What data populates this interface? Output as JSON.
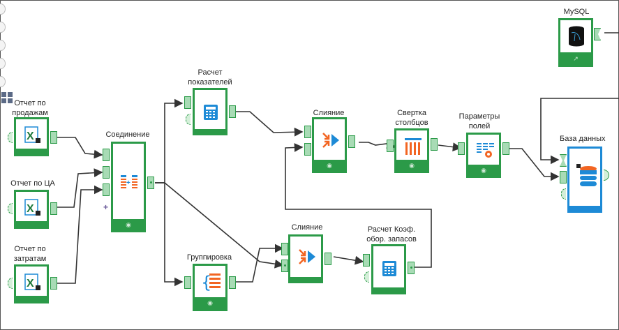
{
  "colors": {
    "node_border": "#2b9a48",
    "port_fill": "#a8dbb5",
    "db_border": "#1d8ad6",
    "wire": "#333333",
    "orange": "#f26522",
    "blue": "#1d8ad6"
  },
  "nodes": {
    "sales_report": {
      "label": "Отчет по продажам",
      "icon": "excel-icon"
    },
    "ta_report": {
      "label": "Отчет по ЦА",
      "icon": "excel-icon"
    },
    "cost_report": {
      "label": "Отчет по затратам",
      "icon": "excel-icon"
    },
    "join": {
      "label": "Соединение",
      "icon": "join-icon"
    },
    "calc_indicators": {
      "label": "Расчет показателей",
      "icon": "calculator-icon"
    },
    "merge_top": {
      "label": "Слияние",
      "icon": "merge-icon"
    },
    "pivot": {
      "label": "Свертка столбцов",
      "icon": "columns-icon"
    },
    "field_params": {
      "label": "Параметры полей",
      "icon": "field-settings-icon"
    },
    "database": {
      "label": "База данных",
      "icon": "database-icon"
    },
    "mysql": {
      "label": "MySQL",
      "icon": "mysql-icon"
    },
    "grouping": {
      "label": "Группировка",
      "icon": "grouping-icon"
    },
    "merge_bottom": {
      "label": "Слияние",
      "icon": "merge-icon"
    },
    "calc_turnover": {
      "label": "Расчет Коэф. обор. запасов",
      "icon": "calculator-icon"
    }
  },
  "footer_icons": {
    "view": "eye-icon",
    "mysql": "link-icon"
  },
  "add_port_symbol": "+"
}
